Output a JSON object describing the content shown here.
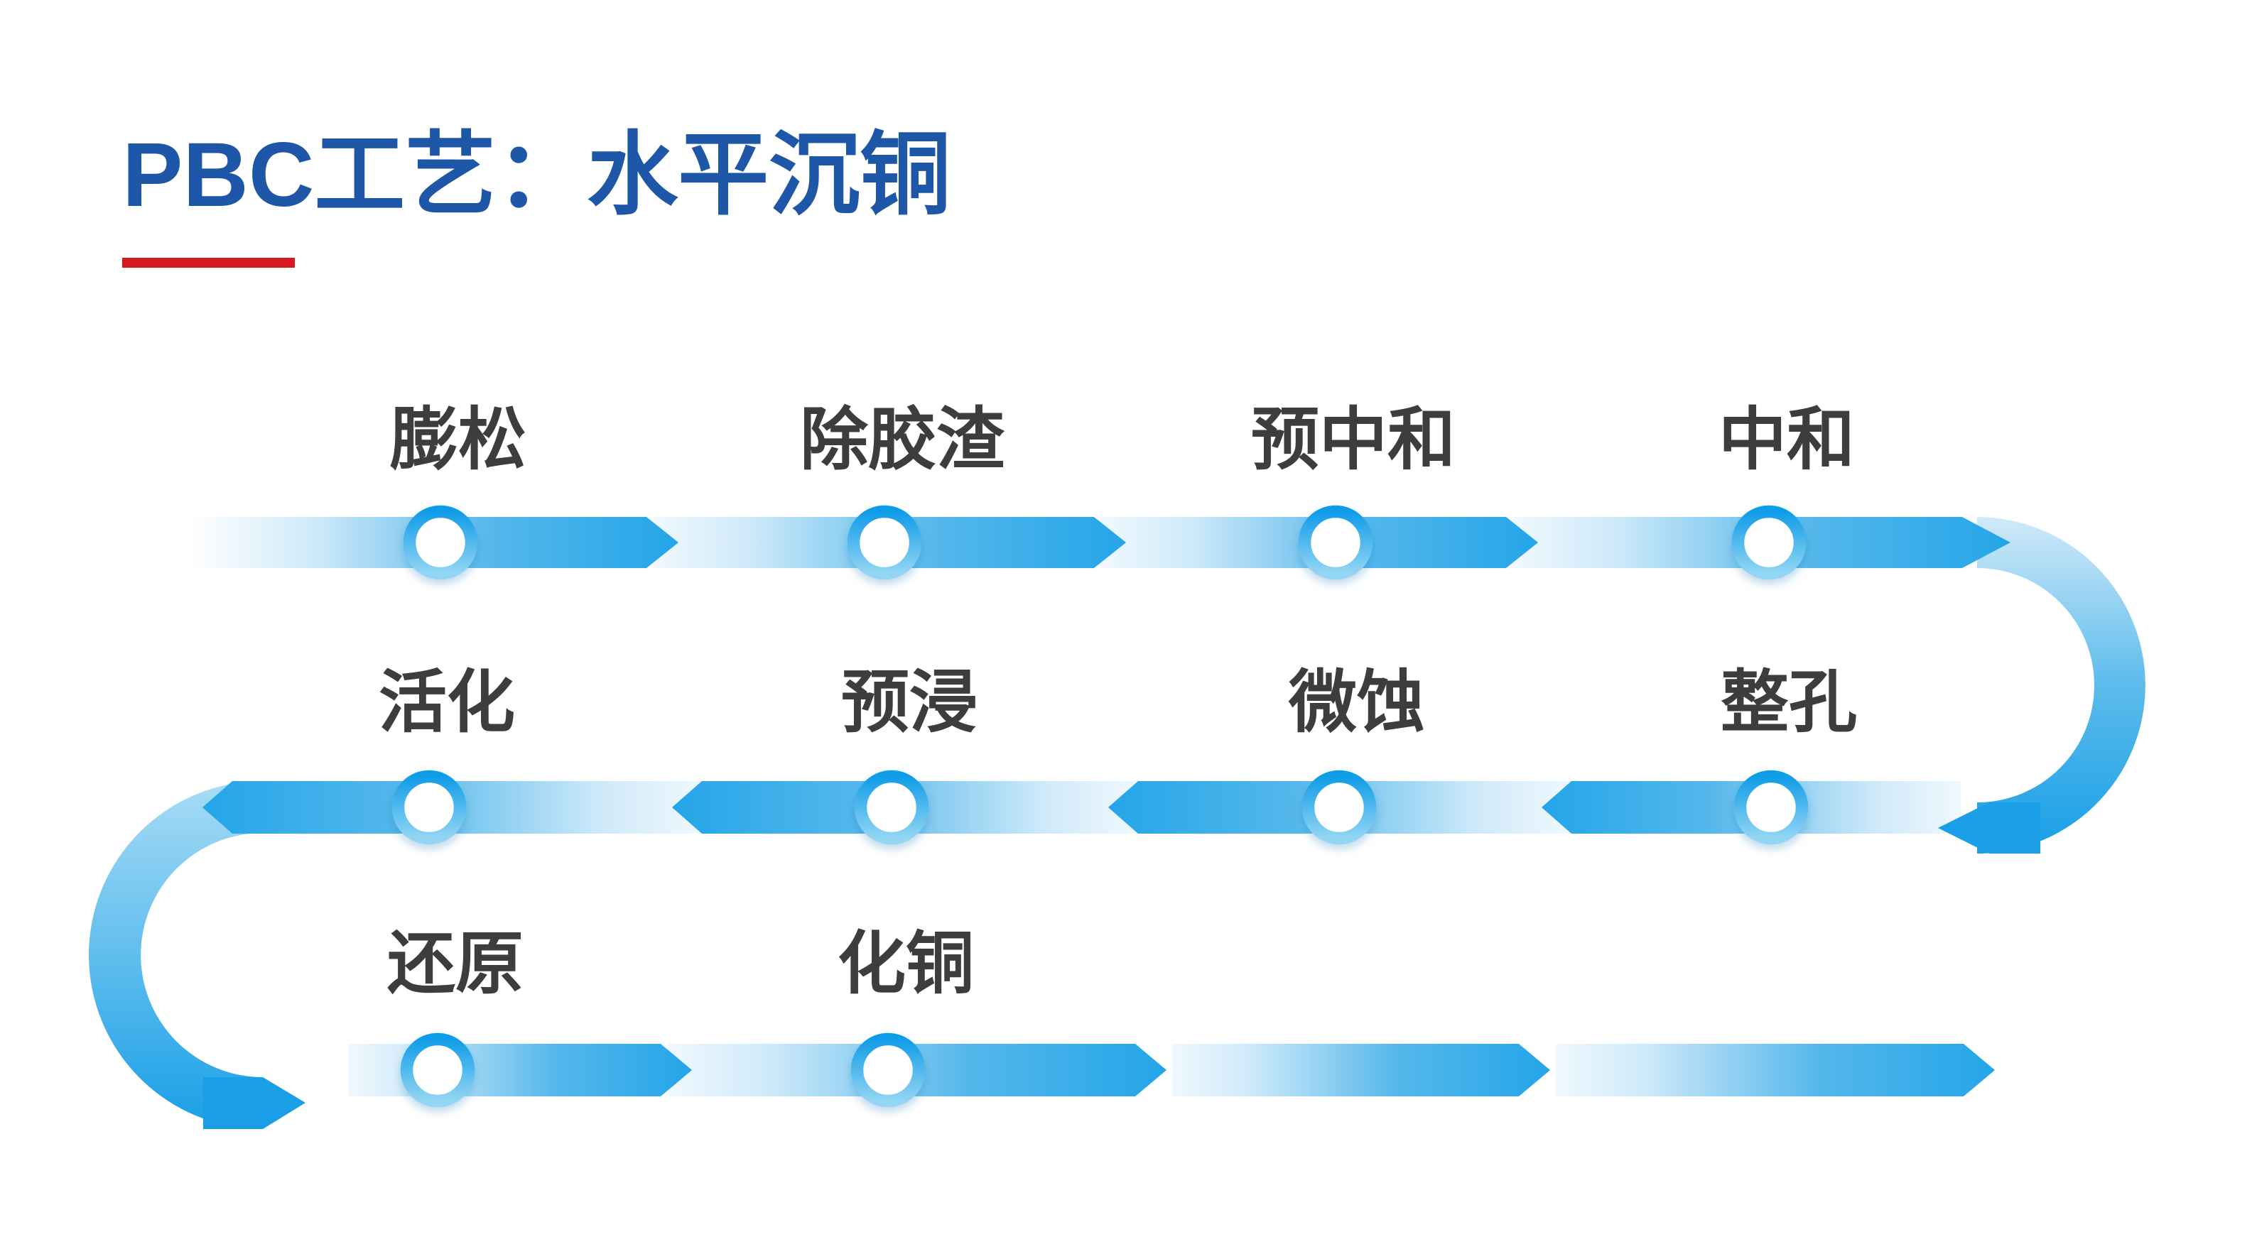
{
  "title": {
    "text": "PBC工艺：水平沉铜"
  },
  "colors": {
    "title_blue": "#1e57a8",
    "underline_red": "#d7191f",
    "band_dark": "#29a7e8",
    "band_light": "#f4fafe",
    "ring_top": "#109ce7",
    "ring_bottom": "#93d6f4",
    "label_gray": "#3d3d3d"
  },
  "flow": {
    "description": "serpentine-process-flow",
    "sequence": [
      "膨松",
      "除胶渣",
      "预中和",
      "中和",
      "整孔",
      "微蚀",
      "预浸",
      "活化",
      "还原",
      "化铜"
    ],
    "rows": [
      {
        "name": "row-1",
        "direction": "left-to-right",
        "steps": [
          {
            "label": "膨松"
          },
          {
            "label": "除胶渣"
          },
          {
            "label": "预中和"
          },
          {
            "label": "中和"
          }
        ]
      },
      {
        "name": "row-2",
        "direction": "right-to-left",
        "steps": [
          {
            "label": "整孔"
          },
          {
            "label": "微蚀"
          },
          {
            "label": "预浸"
          },
          {
            "label": "活化"
          }
        ]
      },
      {
        "name": "row-3",
        "direction": "left-to-right",
        "steps": [
          {
            "label": "还原"
          },
          {
            "label": "化铜"
          }
        ]
      }
    ]
  }
}
